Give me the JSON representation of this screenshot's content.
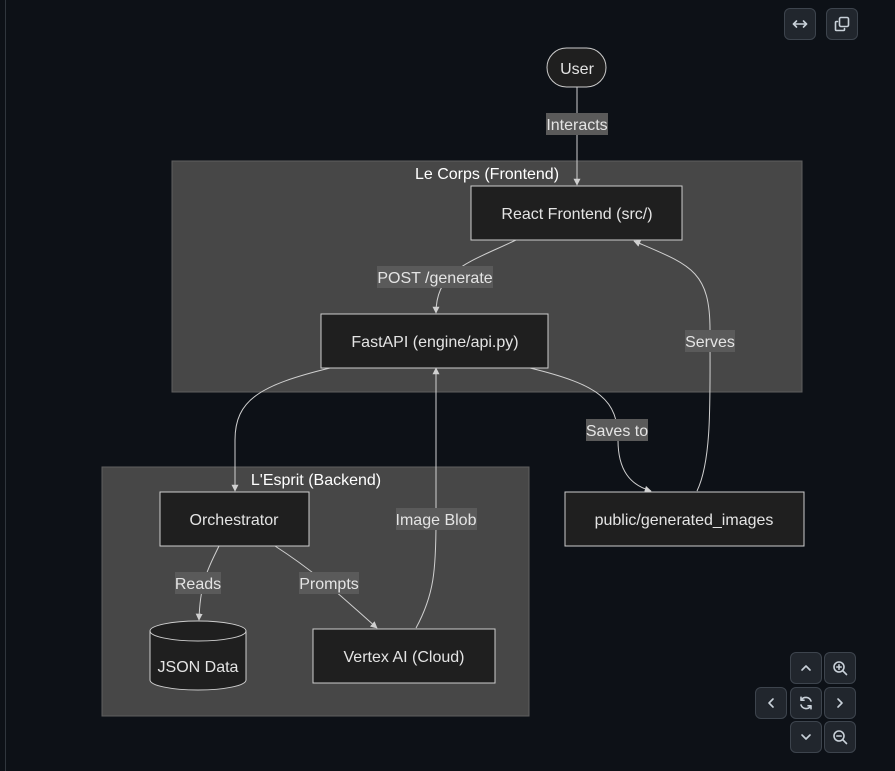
{
  "clusters": {
    "frontend": "Le Corps (Frontend)",
    "backend": "L'Esprit (Backend)"
  },
  "nodes": {
    "user": "User",
    "react": "React Frontend (src/)",
    "fastapi": "FastAPI (engine/api.py)",
    "orchestrator": "Orchestrator",
    "json": "JSON Data",
    "vertex": "Vertex AI (Cloud)",
    "images": "public/generated_images"
  },
  "edges": {
    "interacts": "Interacts",
    "post": "POST /generate",
    "serves": "Serves",
    "saves": "Saves to",
    "blob": "Image Blob",
    "reads": "Reads",
    "prompts": "Prompts"
  },
  "icons": {
    "expand": "arrows-horizontal-icon",
    "copy": "copy-icon",
    "zoom_in": "zoom-in-icon",
    "zoom_out": "zoom-out-icon",
    "reset": "reset-icon",
    "up": "chevron-up-icon",
    "down": "chevron-down-icon",
    "left": "chevron-left-icon",
    "right": "chevron-right-icon"
  },
  "colors": {
    "background": "#0d1117",
    "cluster": "#474747",
    "node": "#1f1f1f",
    "edge_label_bg": "#5a5a5a"
  }
}
